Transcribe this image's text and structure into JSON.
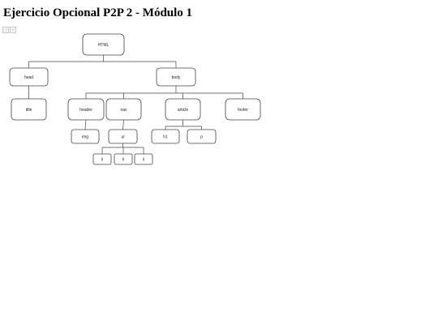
{
  "title": "Ejercicio Opcional P2P 2 - Módulo 1",
  "controls": {
    "prev_label": "‹",
    "next_label": "›"
  },
  "tree": {
    "nodes": [
      {
        "id": "html",
        "label": "HTML",
        "parent": null
      },
      {
        "id": "head",
        "label": "head",
        "parent": "html"
      },
      {
        "id": "body",
        "label": "body",
        "parent": "html"
      },
      {
        "id": "title",
        "label": "title",
        "parent": "head"
      },
      {
        "id": "header",
        "label": "header",
        "parent": "body"
      },
      {
        "id": "nav",
        "label": "nav",
        "parent": "body"
      },
      {
        "id": "article",
        "label": "article",
        "parent": "body"
      },
      {
        "id": "footer",
        "label": "footer",
        "parent": "body"
      },
      {
        "id": "img",
        "label": "img",
        "parent": "header"
      },
      {
        "id": "ul",
        "label": "ul",
        "parent": "nav"
      },
      {
        "id": "h1",
        "label": "h1",
        "parent": "article"
      },
      {
        "id": "p",
        "label": "p",
        "parent": "article"
      },
      {
        "id": "li1",
        "label": "li",
        "parent": "ul"
      },
      {
        "id": "li2",
        "label": "li",
        "parent": "ul"
      },
      {
        "id": "li3",
        "label": "li",
        "parent": "ul"
      }
    ]
  }
}
